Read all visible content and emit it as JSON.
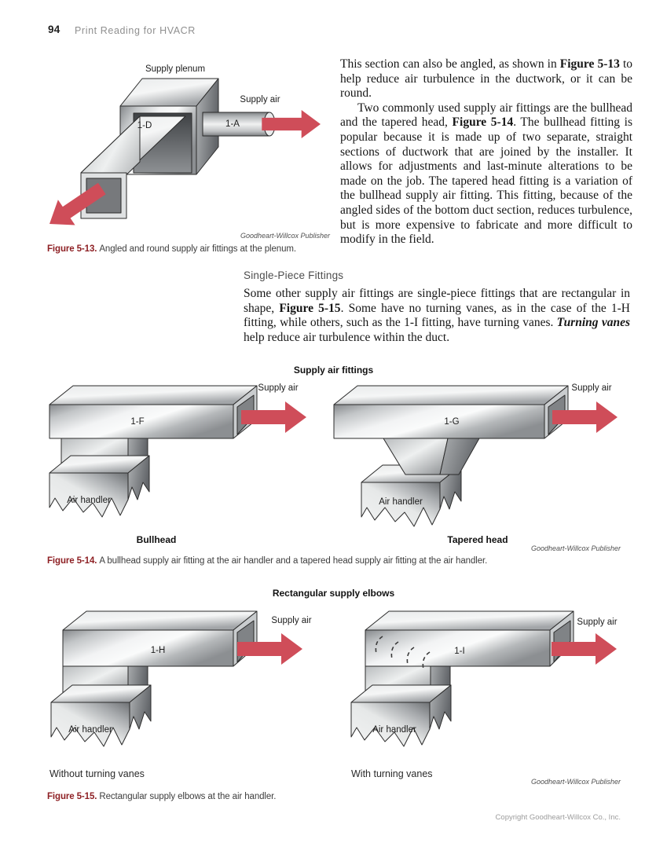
{
  "header": {
    "page_number": "94",
    "running_title": "Print Reading for HVACR"
  },
  "column_text": {
    "p1_s0": "This section can also be angled, as shown in ",
    "p1_b1": "Figure 5-13",
    "p1_s2": " to help reduce air turbulence in the ductwork, or it can be round.",
    "p2_s0": "Two commonly used supply air fittings are the bullhead and the tapered head, ",
    "p2_b1": "Figure 5-14",
    "p2_s2": ". The bullhead fitting is popular because it is made up of two separate, straight sections of ductwork that are joined by the installer. It allows for adjustments and last-minute alterations to be made on the job. The tapered head fitting is a variation of the bullhead supply air fitting. This fitting, because of the angled sides of the bottom duct section, reduces turbulence, but is more expensive to fabricate and more difficult to modify in the field."
  },
  "section": {
    "heading": "Single-Piece Fittings",
    "p_s0": "Some other supply air fittings are single-piece fittings that are rectangular in shape, ",
    "p_b1": "Figure 5-15",
    "p_s2": ". Some have no turning vanes, as in the case of the 1-H fitting, while others, such as the 1-I fitting, have turning vanes. ",
    "p_bi3": "Turning vanes",
    "p_s4": " help reduce air turbulence within the duct."
  },
  "fig13": {
    "supply_plenum": "Supply plenum",
    "supply_air": "Supply air",
    "label_1d": "1-D",
    "label_1a": "1-A",
    "credit": "Goodheart-Willcox Publisher",
    "caption_label": "Figure 5-13.",
    "caption_text": "Angled and round supply air fittings at the plenum."
  },
  "fig14": {
    "title": "Supply air fittings",
    "left_duct": "1-F",
    "left_supply_air": "Supply air",
    "left_air_handler": "Air handler",
    "left_name": "Bullhead",
    "right_duct": "1-G",
    "right_supply_air": "Supply air",
    "right_air_handler": "Air handler",
    "right_name": "Tapered head",
    "credit": "Goodheart-Willcox Publisher",
    "caption_label": "Figure 5-14.",
    "caption_text": "A bullhead supply air fitting at the air handler and a tapered head supply air fitting at the air handler."
  },
  "fig15": {
    "title": "Rectangular supply elbows",
    "left_duct": "1-H",
    "left_supply_air": "Supply air",
    "left_air_handler": "Air handler",
    "left_variant": "Without turning vanes",
    "right_duct": "1-I",
    "right_supply_air": "Supply air",
    "right_air_handler": "Air handler",
    "right_variant": "With turning vanes",
    "credit": "Goodheart-Willcox Publisher",
    "caption_label": "Figure 5-15.",
    "caption_text": "Rectangular supply elbows at the air handler."
  },
  "footer": {
    "copyright": "Copyright Goodheart-Willcox Co., Inc."
  },
  "colors": {
    "arrow_red": "#cf4d59",
    "figure_label_red": "#8e2024"
  }
}
